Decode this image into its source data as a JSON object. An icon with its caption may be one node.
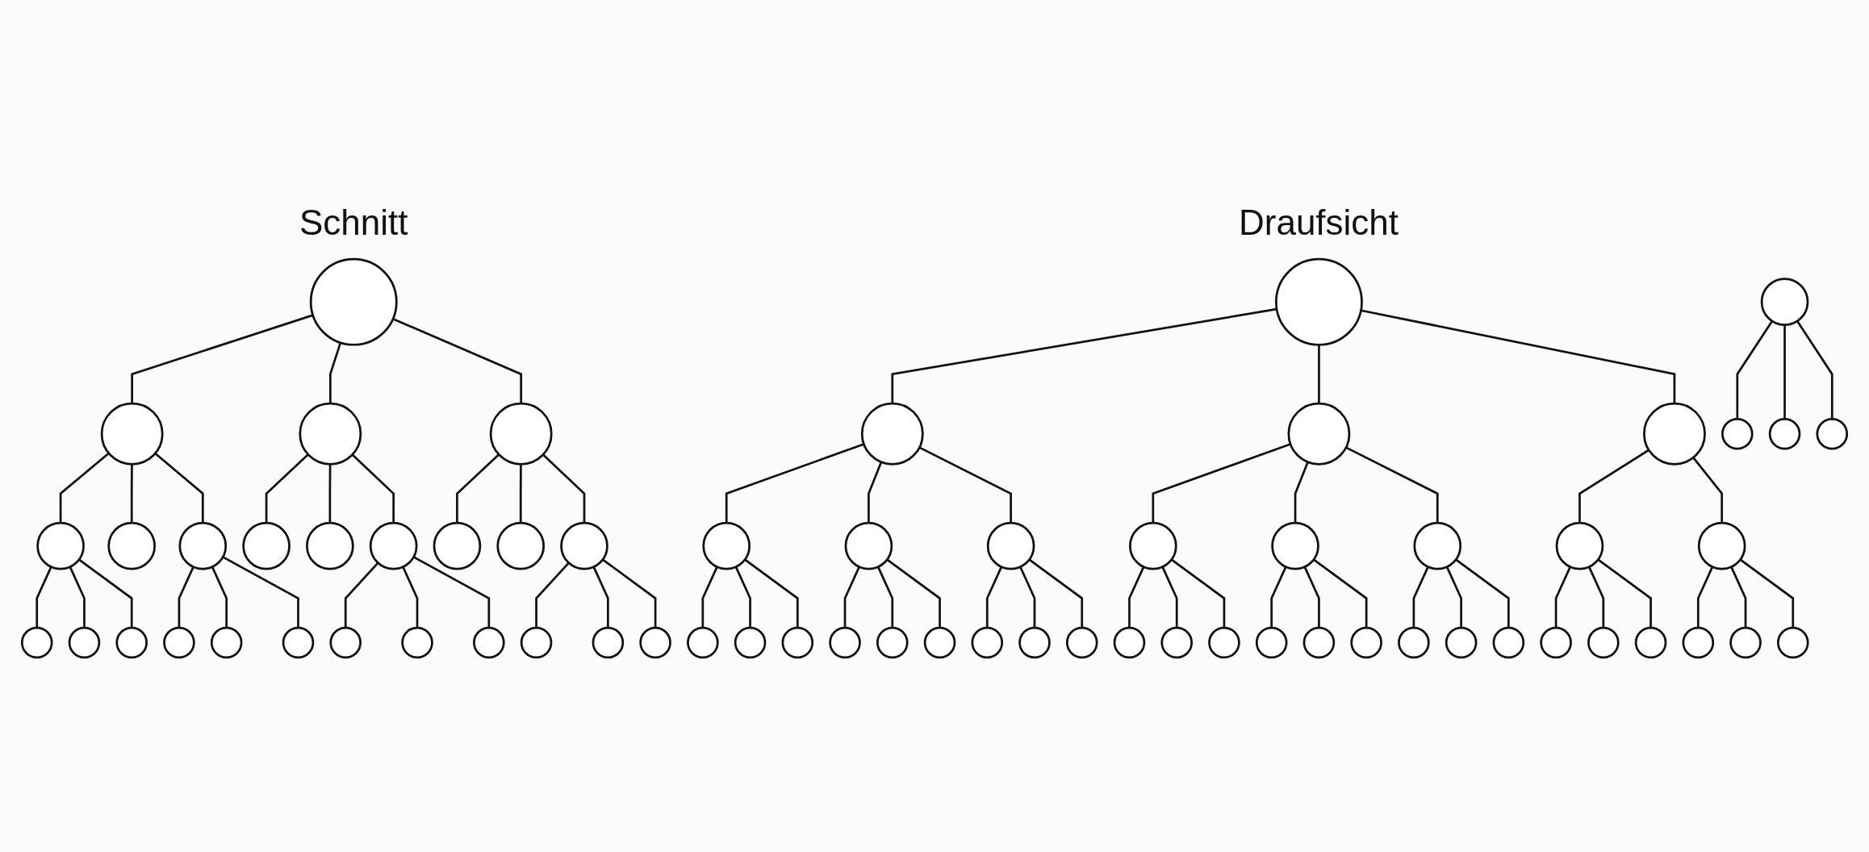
{
  "diagram": {
    "nodes": [
      {
        "text": [],
        "shape": "circle"
      },
      {
        "text": [],
        "shape": "circle"
      },
      {
        "text": [],
        "shape": "circle"
      },
      {
        "text": [],
        "shape": "circle"
      },
      {
        "text": [],
        "shape": "circle"
      },
      {
        "text": [],
        "shape": "circle"
      },
      {
        "text": [],
        "shape": "circle"
      },
      {
        "text": [],
        "shape": "circle"
      },
      {
        "text": [],
        "shape": "circle"
      },
      {
        "text": [],
        "shape": "circle"
      },
      {
        "text": [],
        "shape": "circle"
      },
      {
        "text": [],
        "shape": "circle"
      },
      {
        "text": [],
        "shape": "circle"
      },
      {
        "text": [],
        "shape": "circle"
      },
      {
        "text": [],
        "shape": "circle"
      },
      {
        "text": [],
        "shape": "circle"
      },
      {
        "text": [],
        "shape": "circle"
      },
      {
        "text": [],
        "shape": "circle"
      },
      {
        "text": [],
        "shape": "circle"
      },
      {
        "text": [],
        "shape": "circle"
      },
      {
        "text": [],
        "shape": "circle"
      },
      {
        "text": [],
        "shape": "circle"
      },
      {
        "text": [],
        "shape": "circle"
      },
      {
        "text": [],
        "shape": "circle"
      },
      {
        "text": [],
        "shape": "circle"
      },
      {
        "text": [],
        "shape": "circle"
      },
      {
        "text": [],
        "shape": "circle"
      },
      {
        "text": [],
        "shape": "circle"
      },
      {
        "text": [],
        "shape": "circle"
      },
      {
        "text": [],
        "shape": "circle"
      },
      {
        "text": [],
        "shape": "circle"
      },
      {
        "text": [],
        "shape": "circle"
      },
      {
        "text": [],
        "shape": "circle"
      },
      {
        "text": [],
        "shape": "circle"
      },
      {
        "text": [],
        "shape": "circle"
      },
      {
        "text": [],
        "shape": "circle"
      },
      {
        "text": [],
        "shape": "circle"
      },
      {
        "text": [],
        "shape": "circle"
      },
      {
        "text": [],
        "shape": "circle"
      },
      {
        "text": [],
        "shape": "circle"
      },
      {
        "text": [],
        "shape": "circle"
      },
      {
        "text": [],
        "shape": "circle"
      },
      {
        "text": [],
        "shape": "circle"
      },
      {
        "text": [],
        "shape": "circle"
      },
      {
        "text": [],
        "shape": "circle"
      },
      {
        "text": [],
        "shape": "circle"
      },
      {
        "text": [],
        "shape": "circle"
      },
      {
        "text": [],
        "shape": "circle"
      },
      {
        "text": [],
        "shape": "circle"
      },
      {
        "text": [],
        "shape": "circle"
      },
      {
        "text": [],
        "shape": "circle"
      },
      {
        "text": [],
        "shape": "circle"
      },
      {
        "text": [],
        "shape": "circle"
      },
      {
        "text": [],
        "shape": "circle"
      },
      {
        "text": [],
        "shape": "circle"
      },
      {
        "text": [],
        "shape": "circle"
      },
      {
        "text": [],
        "shape": "circle"
      },
      {
        "text": [],
        "shape": "circle"
      },
      {
        "text": [],
        "shape": "circle"
      },
      {
        "text": [],
        "shape": "circle"
      },
      {
        "text": [],
        "shape": "circle"
      },
      {
        "text": [],
        "shape": "circle"
      },
      {
        "text": [],
        "shape": "circle"
      },
      {
        "text": [],
        "shape": "circle"
      },
      {
        "text": [],
        "shape": "circle"
      }
    ],
    "edges": [
      {
        "from": 0,
        "to": 1,
        "arrow": "none"
      },
      {
        "from": 0,
        "to": 2,
        "arrow": "none"
      },
      {
        "from": 0,
        "to": 3,
        "arrow": "none"
      },
      {
        "from": 1,
        "to": 4,
        "arrow": "none"
      },
      {
        "from": 1,
        "to": 5,
        "arrow": "none"
      },
      {
        "from": 1,
        "to": 6,
        "arrow": "none"
      },
      {
        "from": 2,
        "to": 7,
        "arrow": "none"
      },
      {
        "from": 2,
        "to": 8,
        "arrow": "none"
      },
      {
        "from": 2,
        "to": 9,
        "arrow": "none"
      },
      {
        "from": 3,
        "to": 10,
        "arrow": "none"
      },
      {
        "from": 3,
        "to": 11,
        "arrow": "none"
      },
      {
        "from": 3,
        "to": 12,
        "arrow": "none"
      },
      {
        "from": 4,
        "to": 13,
        "arrow": "none"
      },
      {
        "from": 4,
        "to": 14,
        "arrow": "none"
      },
      {
        "from": 4,
        "to": 15,
        "arrow": "none"
      },
      {
        "from": 6,
        "to": 16,
        "arrow": "none"
      },
      {
        "from": 6,
        "to": 17,
        "arrow": "none"
      },
      {
        "from": 6,
        "to": 18,
        "arrow": "none"
      },
      {
        "from": 9,
        "to": 19,
        "arrow": "none"
      },
      {
        "from": 9,
        "to": 20,
        "arrow": "none"
      },
      {
        "from": 9,
        "to": 21,
        "arrow": "none"
      },
      {
        "from": 12,
        "to": 22,
        "arrow": "none"
      },
      {
        "from": 12,
        "to": 23,
        "arrow": "none"
      },
      {
        "from": 12,
        "to": 24,
        "arrow": "none"
      },
      {
        "from": 25,
        "to": 26,
        "arrow": "none"
      },
      {
        "from": 25,
        "to": 27,
        "arrow": "none"
      },
      {
        "from": 25,
        "to": 28,
        "arrow": "none"
      },
      {
        "from": 26,
        "to": 29,
        "arrow": "none"
      },
      {
        "from": 26,
        "to": 30,
        "arrow": "none"
      },
      {
        "from": 26,
        "to": 31,
        "arrow": "none"
      },
      {
        "from": 27,
        "to": 32,
        "arrow": "none"
      },
      {
        "from": 27,
        "to": 33,
        "arrow": "none"
      },
      {
        "from": 27,
        "to": 34,
        "arrow": "none"
      },
      {
        "from": 28,
        "to": 35,
        "arrow": "none"
      },
      {
        "from": 28,
        "to": 36,
        "arrow": "none"
      },
      {
        "from": 29,
        "to": 38,
        "arrow": "none"
      },
      {
        "from": 29,
        "to": 39,
        "arrow": "none"
      },
      {
        "from": 29,
        "to": 40,
        "arrow": "none"
      },
      {
        "from": 30,
        "to": 41,
        "arrow": "none"
      },
      {
        "from": 30,
        "to": 42,
        "arrow": "none"
      },
      {
        "from": 30,
        "to": 43,
        "arrow": "none"
      },
      {
        "from": 31,
        "to": 44,
        "arrow": "none"
      },
      {
        "from": 31,
        "to": 45,
        "arrow": "none"
      },
      {
        "from": 31,
        "to": 46,
        "arrow": "none"
      },
      {
        "from": 32,
        "to": 47,
        "arrow": "none"
      },
      {
        "from": 32,
        "to": 48,
        "arrow": "none"
      },
      {
        "from": 32,
        "to": 49,
        "arrow": "none"
      },
      {
        "from": 33,
        "to": 50,
        "arrow": "none"
      },
      {
        "from": 33,
        "to": 51,
        "arrow": "none"
      },
      {
        "from": 33,
        "to": 52,
        "arrow": "none"
      },
      {
        "from": 34,
        "to": 53,
        "arrow": "none"
      },
      {
        "from": 34,
        "to": 54,
        "arrow": "none"
      },
      {
        "from": 34,
        "to": 55,
        "arrow": "none"
      },
      {
        "from": 35,
        "to": 56,
        "arrow": "none"
      },
      {
        "from": 35,
        "to": 57,
        "arrow": "none"
      },
      {
        "from": 35,
        "to": 58,
        "arrow": "none"
      },
      {
        "from": 36,
        "to": 59,
        "arrow": "none"
      },
      {
        "from": 36,
        "to": 60,
        "arrow": "none"
      },
      {
        "from": 36,
        "to": 61,
        "arrow": "none"
      },
      {
        "from": 37,
        "to": 62,
        "arrow": "none"
      },
      {
        "from": 37,
        "to": 63,
        "arrow": "none"
      },
      {
        "from": 37,
        "to": 64,
        "arrow": "none"
      }
    ],
    "labels": [
      "Schnitt",
      "Draufsicht"
    ]
  }
}
